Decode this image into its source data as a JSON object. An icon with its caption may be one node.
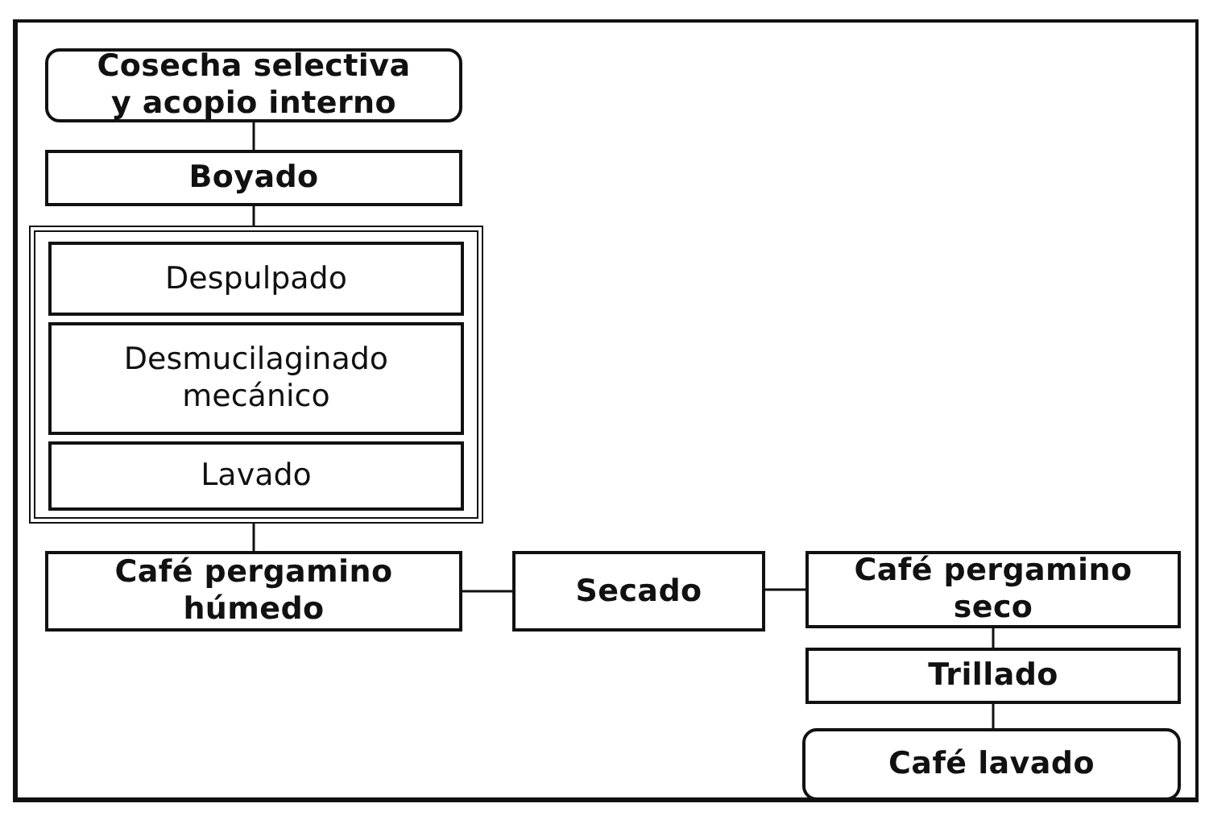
{
  "diagram": {
    "nodes": [
      {
        "text": [
          "Cosecha selectiva y acopio interno"
        ]
      },
      {
        "text": [
          "Boyado"
        ]
      },
      {
        "text": [],
        "shape": "box"
      },
      {
        "text": [
          "Despulpado"
        ],
        "in": 2
      },
      {
        "text": [
          "Desmucilaginado mecánico"
        ],
        "in": 2
      },
      {
        "text": [
          "Lavado"
        ],
        "in": 2
      },
      {
        "text": [
          "Café pergamino húmedo"
        ]
      },
      {
        "text": [
          "Secado"
        ]
      },
      {
        "text": [
          "Café pergamino seco"
        ]
      },
      {
        "text": [
          "Trillado"
        ]
      },
      {
        "text": [
          "Café lavado"
        ]
      }
    ],
    "edges": [
      {
        "from": 0,
        "to": 1,
        "arrow": "none"
      },
      {
        "from": 1,
        "to": 2,
        "arrow": "none"
      },
      {
        "from": 2,
        "to": 6,
        "arrow": "none"
      },
      {
        "from": 6,
        "to": 7,
        "arrow": "none"
      },
      {
        "from": 7,
        "to": 8,
        "arrow": "none"
      },
      {
        "from": 8,
        "to": 9,
        "arrow": "none"
      },
      {
        "from": 9,
        "to": 10,
        "arrow": "none"
      }
    ]
  }
}
